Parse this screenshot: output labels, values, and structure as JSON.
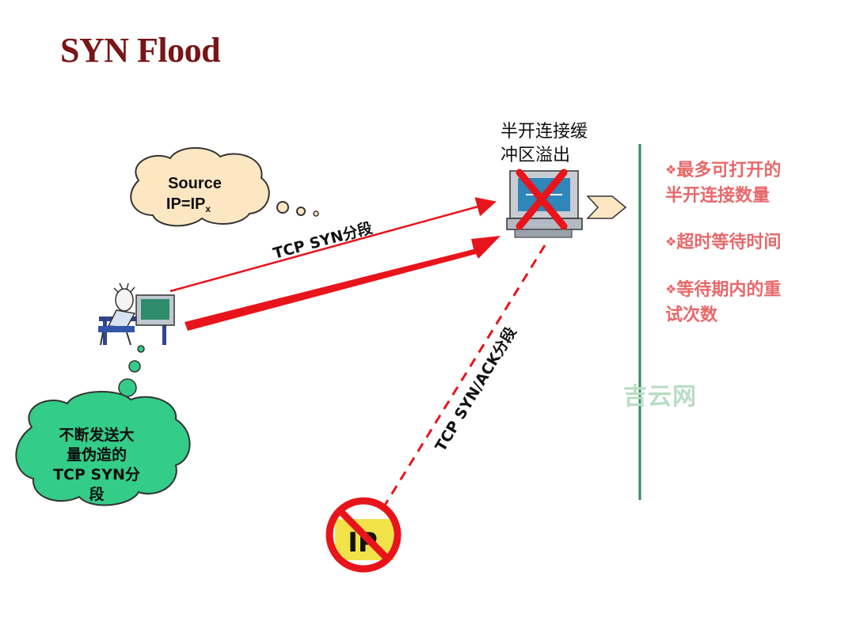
{
  "title": "SYN Flood",
  "cloud_source": {
    "line1": "Source",
    "line2_main": "IP=IP",
    "line2_sub": "x"
  },
  "cloud_attacker": {
    "line1": "不断发送大",
    "line2": "量伪造的",
    "line3": "TCP SYN分",
    "line4": "段"
  },
  "arrow_syn_label": "TCP SYN分段",
  "arrow_synack_label": "TCP SYN/ACK分段",
  "server_label": {
    "line1": "半开连接缓",
    "line2": "冲区溢出"
  },
  "blocked_ip_label": "IP",
  "bullets": [
    {
      "mark": "❖",
      "text": "最多可打开的半开连接数量"
    },
    {
      "mark": "❖",
      "text": "超时等待时间"
    },
    {
      "mark": "❖",
      "text": "等待期内的重试次数"
    }
  ],
  "watermark": "吉云网",
  "colors": {
    "title": "#7a1515",
    "arrow_red": "#e8141c",
    "cloud_green": "#33cc88",
    "cloud_cream": "#fde7c2",
    "divider": "#2e8b57",
    "bullet_text": "#e8686a"
  }
}
